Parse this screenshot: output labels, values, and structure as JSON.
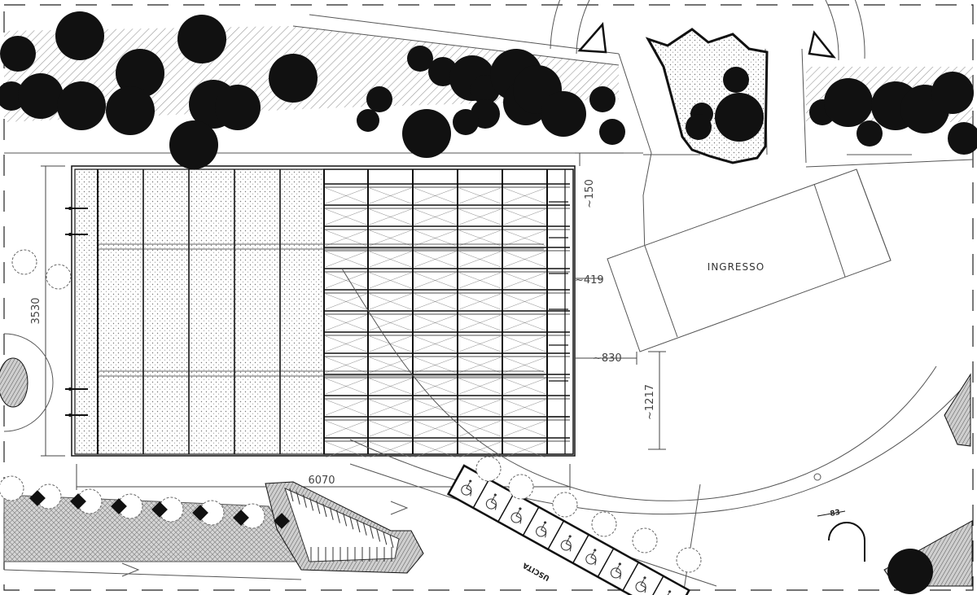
{
  "drawing": {
    "entrance_label": "INGRESSO",
    "exit_label": "USCITA",
    "small_dim": "83"
  },
  "dimensions": {
    "width_total": "6070",
    "depth_total": "3530",
    "offset_top": "~150",
    "offset_mid": "~419",
    "offset_entry": "~830",
    "offset_side": "~1217"
  },
  "colors": {
    "ink": "#111111",
    "line": "#555555",
    "hatch": "#999999",
    "paper": "#ffffff"
  },
  "icons": {
    "tree": "tree-canopy-icon",
    "shrub": "shrub-icon",
    "accessible_parking": "wheelchair-icon",
    "direction_arrow": "flow-arrow-icon"
  }
}
